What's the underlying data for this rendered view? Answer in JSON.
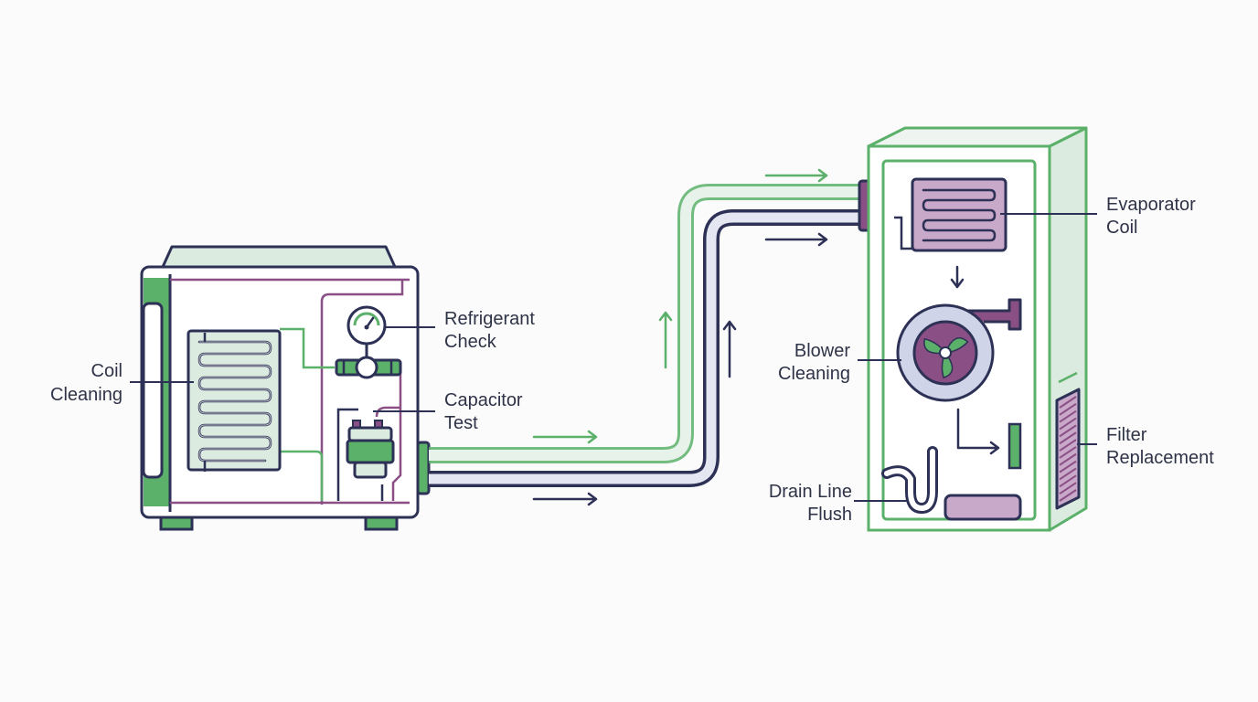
{
  "colors": {
    "navy": "#2d3155",
    "green": "#5bb06a",
    "green_light": "#dcebe0",
    "purple": "#8a4f84",
    "purple_light": "#c9a9c9",
    "blue_grey": "#cfd4e8",
    "background": "#fbfbfb"
  },
  "labels": {
    "coil_cleaning": [
      "Coil",
      "Cleaning"
    ],
    "refrigerant_check": [
      "Refrigerant",
      "Check"
    ],
    "capacitor_test": [
      "Capacitor",
      "Test"
    ],
    "evaporator_coil": [
      "Evaporator",
      "Coil"
    ],
    "blower_cleaning": [
      "Blower",
      "Cleaning"
    ],
    "filter_replacement": [
      "Filter",
      "Replacement"
    ],
    "drain_line_flush": [
      "Drain Line",
      "Flush"
    ]
  },
  "icons": {
    "outdoor_unit": "condenser-unit-icon",
    "indoor_unit": "air-handler-icon",
    "gauge": "pressure-gauge-icon",
    "capacitor": "capacitor-icon",
    "fan": "blower-fan-icon",
    "filter": "air-filter-icon",
    "drain": "drain-trap-icon"
  }
}
